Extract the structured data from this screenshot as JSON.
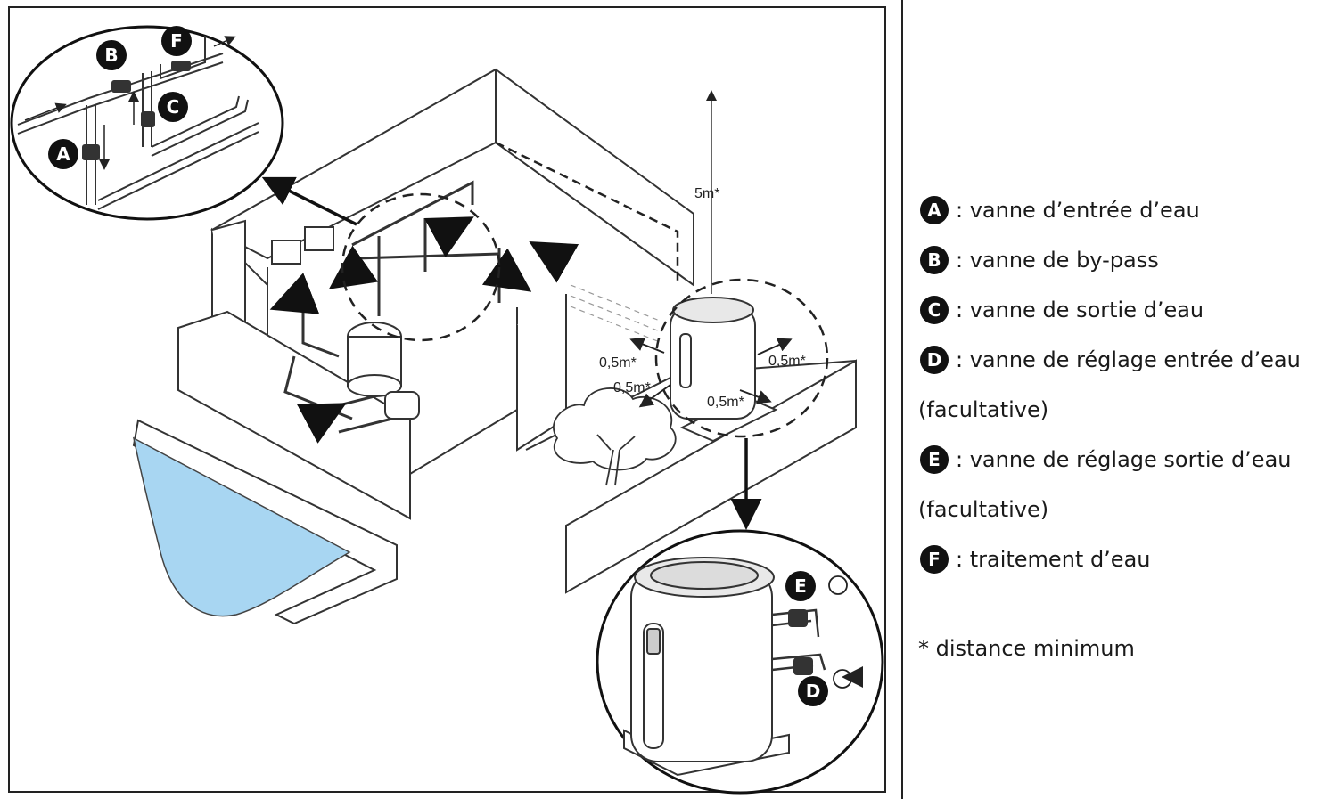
{
  "badges": {
    "A": "A",
    "B": "B",
    "C": "C",
    "D": "D",
    "E": "E",
    "F": "F"
  },
  "distances": {
    "height": "5m*",
    "left_top": "0,5m*",
    "left_bottom": "0,5m*",
    "right": "0,5m*",
    "front": "0,5m*"
  },
  "legend": {
    "items": [
      {
        "badge": "A",
        "lines": [
          ": vanne d’entrée d’eau"
        ]
      },
      {
        "badge": "B",
        "lines": [
          ": vanne de by-pass"
        ]
      },
      {
        "badge": "C",
        "lines": [
          ": vanne de sortie d’eau"
        ]
      },
      {
        "badge": "D",
        "lines": [
          ": vanne de réglage entrée d’eau",
          "(facultative)"
        ]
      },
      {
        "badge": "E",
        "lines": [
          ": vanne de réglage sortie d’eau",
          "(facultative)"
        ]
      },
      {
        "badge": "F",
        "lines": [
          ": traitement d’eau"
        ]
      }
    ],
    "footnote": "* distance minimum"
  },
  "colors": {
    "pool_water": "#a8d6f2",
    "outline": "#222222",
    "badge": "#111111"
  }
}
